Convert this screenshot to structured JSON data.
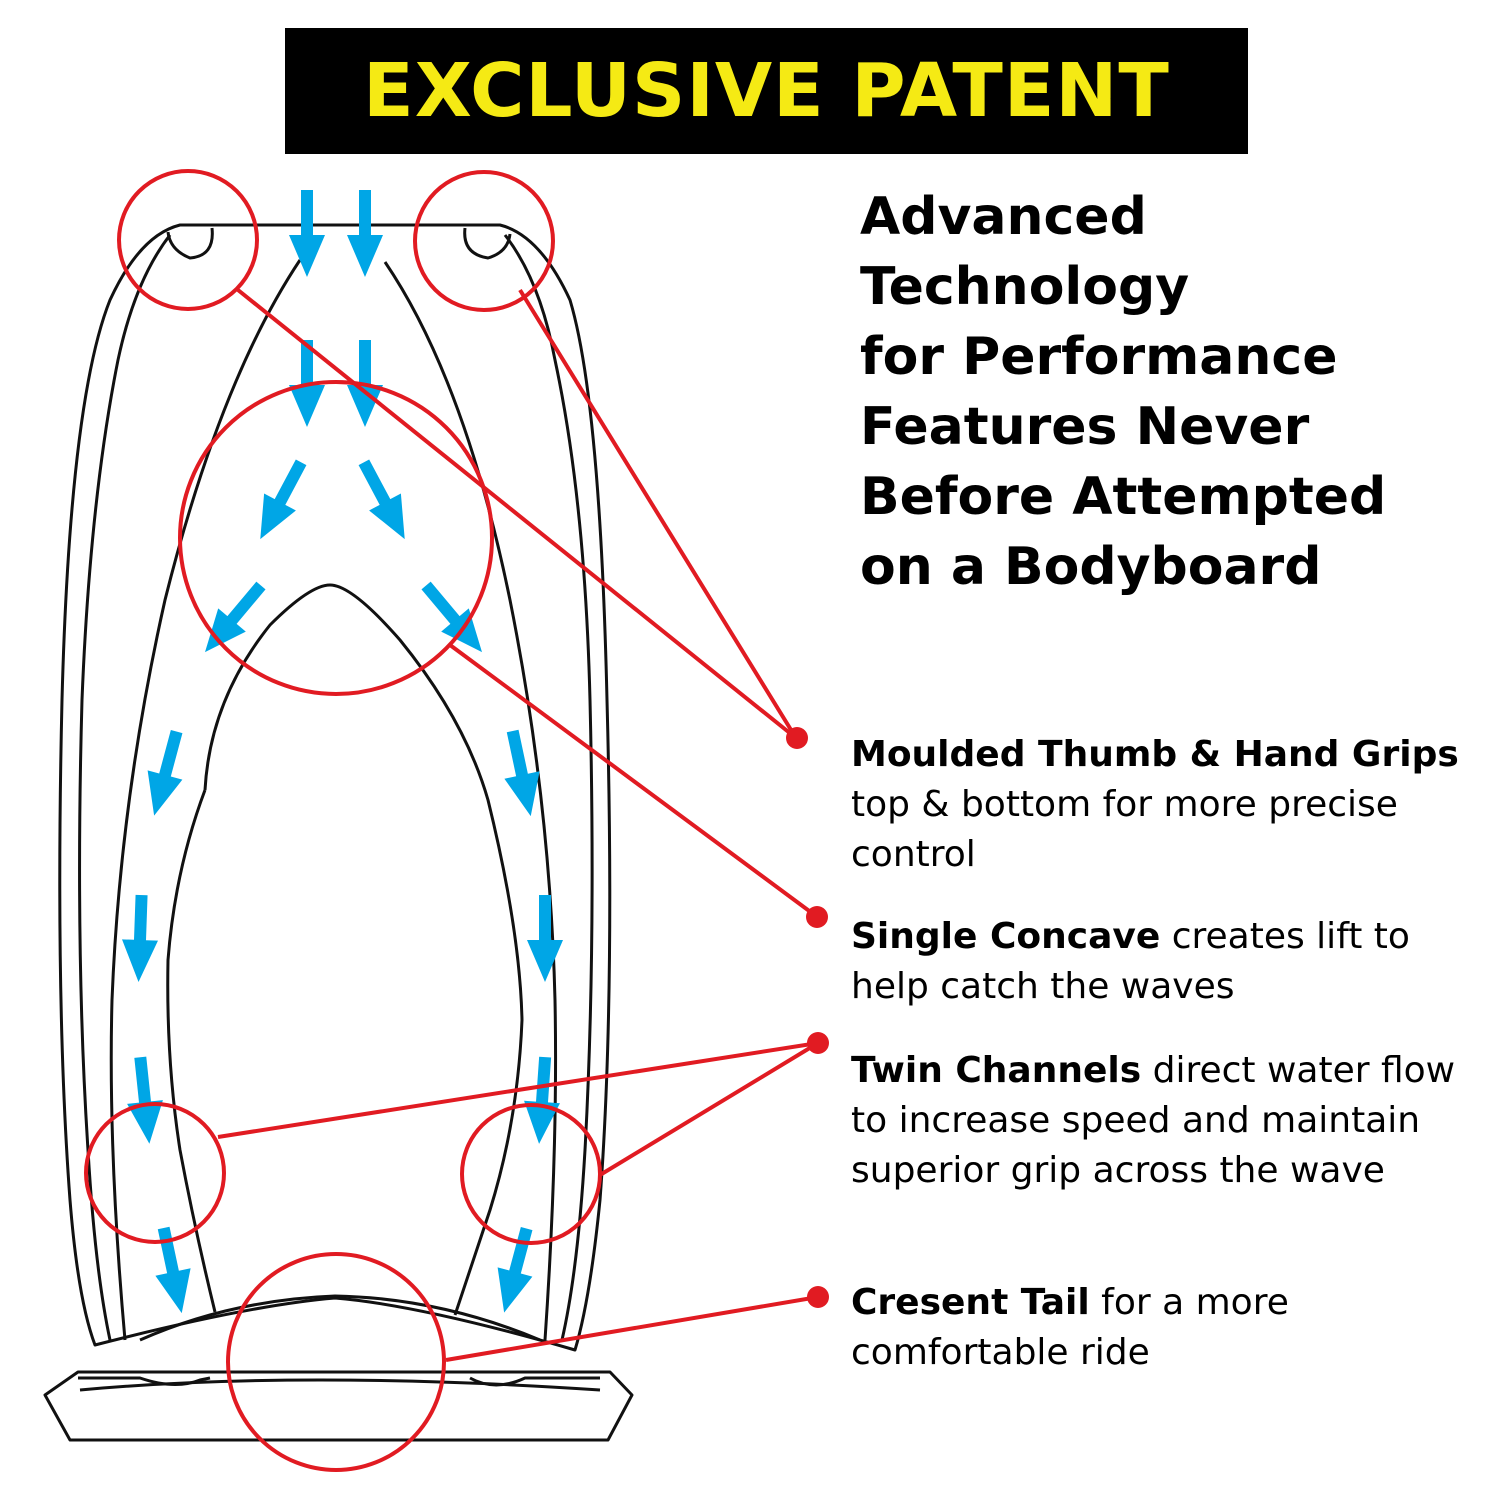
{
  "banner": {
    "title": "EXCLUSIVE PATENT"
  },
  "headline": {
    "lines": [
      "Advanced",
      "Technology",
      "for Performance",
      "Features Never",
      "Before Attempted",
      "on a Bodyboard"
    ]
  },
  "features": [
    {
      "bold": "Moulded Thumb & Hand Grips",
      "text": " top & bottom for more precise control"
    },
    {
      "bold": "Single Concave",
      "text": " creates lift to help catch the waves"
    },
    {
      "bold": "Twin Channels",
      "text": " direct water flow to increase speed and maintain superior grip across the wave"
    },
    {
      "bold": "Cresent Tail",
      "text": " for a more comfortable ride"
    }
  ],
  "colors": {
    "banner_bg": "#000000",
    "banner_text": "#f5ea14",
    "callout_red": "#e11b22",
    "flow_arrow": "#00a6e6",
    "outline": "#111111"
  }
}
